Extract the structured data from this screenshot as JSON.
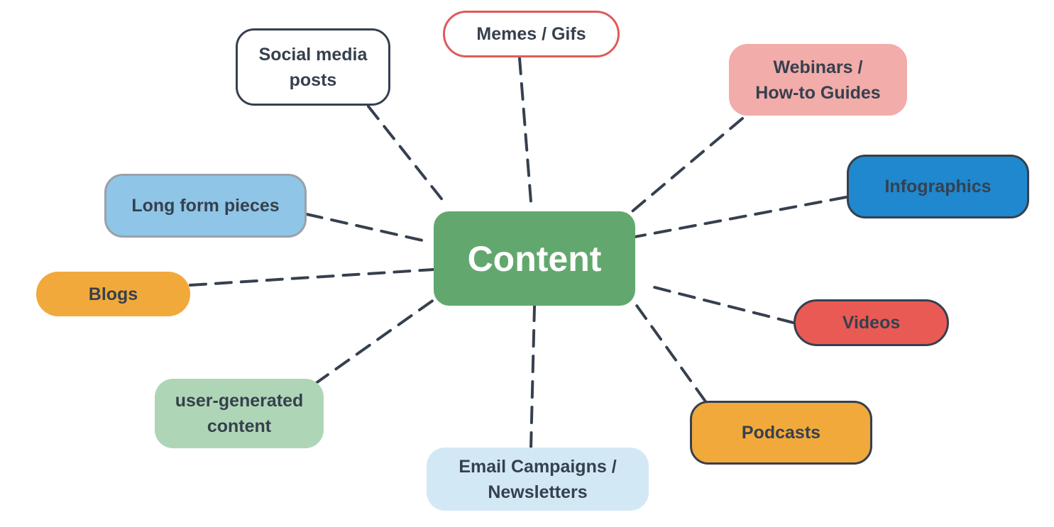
{
  "diagram": {
    "center": {
      "label": "Content",
      "color": "#62a86e"
    },
    "line_color": "#36404e",
    "nodes": [
      {
        "id": "social",
        "lines": [
          "Social media",
          "posts"
        ],
        "fill": "#ffffff",
        "border": "#36404e"
      },
      {
        "id": "memes",
        "lines": [
          "Memes / Gifs"
        ],
        "fill": "#ffffff",
        "border": "#e05a5a"
      },
      {
        "id": "webinars",
        "lines": [
          "Webinars /",
          "How-to Guides"
        ],
        "fill": "#f2aca9",
        "border": ""
      },
      {
        "id": "infographics",
        "lines": [
          "Infographics"
        ],
        "fill": "#1f88cf",
        "border": "#36404e"
      },
      {
        "id": "longform",
        "lines": [
          "Long form pieces"
        ],
        "fill": "#8fc5e6",
        "border": "#9aa1a9"
      },
      {
        "id": "blogs",
        "lines": [
          "Blogs"
        ],
        "fill": "#f2a93b",
        "border": ""
      },
      {
        "id": "videos",
        "lines": [
          "Videos"
        ],
        "fill": "#ea5a55",
        "border": "#36404e"
      },
      {
        "id": "ugc",
        "lines": [
          "user-generated",
          "content"
        ],
        "fill": "#aed6b6",
        "border": ""
      },
      {
        "id": "email",
        "lines": [
          "Email Campaigns /",
          "Newsletters"
        ],
        "fill": "#d3e8f5",
        "border": ""
      },
      {
        "id": "podcasts",
        "lines": [
          "Podcasts"
        ],
        "fill": "#f2a93b",
        "border": "#36404e"
      }
    ]
  }
}
